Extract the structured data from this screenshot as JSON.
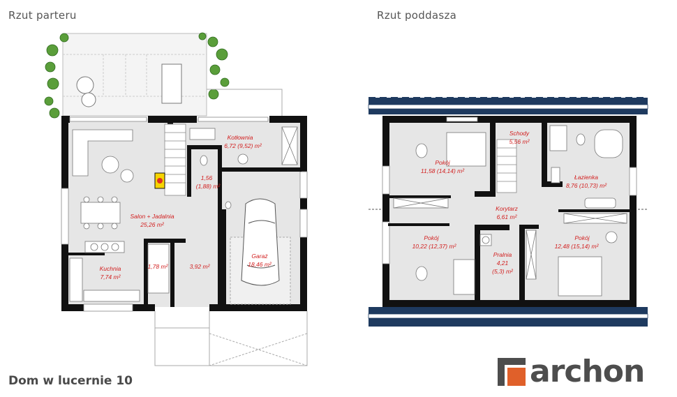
{
  "headings": {
    "ground_floor": "Rzut parteru",
    "attic": "Rzut poddasza"
  },
  "house_name": "Dom w lucernie 10",
  "brand": {
    "name": "archon",
    "accent_color": "#e0602a",
    "text_color": "#4d4d4d"
  },
  "ground_rooms": {
    "kotlownia": {
      "name": "Kotłownia",
      "area": "6,72 (9,52) m²"
    },
    "wc": {
      "name": "1,56",
      "area": "(1,88) m²"
    },
    "salon": {
      "name": "Salon + Jadalnia",
      "area": "25,26 m²"
    },
    "garaz": {
      "name": "Garaż",
      "area": "18,46 m²"
    },
    "kuchnia": {
      "name": "Kuchnia",
      "area": "7,74 m²"
    },
    "spizarnia": {
      "area": "1,78 m²"
    },
    "hall": {
      "area": "3,92 m²"
    }
  },
  "attic_rooms": {
    "pokoj1": {
      "name": "Pokój",
      "area": "11,58 (14,14) m²"
    },
    "schody": {
      "name": "Schody",
      "area": "5,56 m²"
    },
    "lazienka": {
      "name": "Łazienka",
      "area": "8,76 (10,73) m²"
    },
    "korytarz": {
      "name": "Korytarz",
      "area": "6,61 m²"
    },
    "pokoj2": {
      "name": "Pokój",
      "area": "10,22 (12,37) m²"
    },
    "pralnia": {
      "name": "Pralnia",
      "area": "4,21",
      "area2": "(5,3) m²"
    },
    "pokoj3": {
      "name": "Pokój",
      "area": "12,48 (15,14) m²"
    }
  },
  "colors": {
    "wall": "#111111",
    "floor": "#e6e6e6",
    "roof": "#1e3a5f",
    "label": "#d22020",
    "greenery": "#5a9e3a"
  }
}
